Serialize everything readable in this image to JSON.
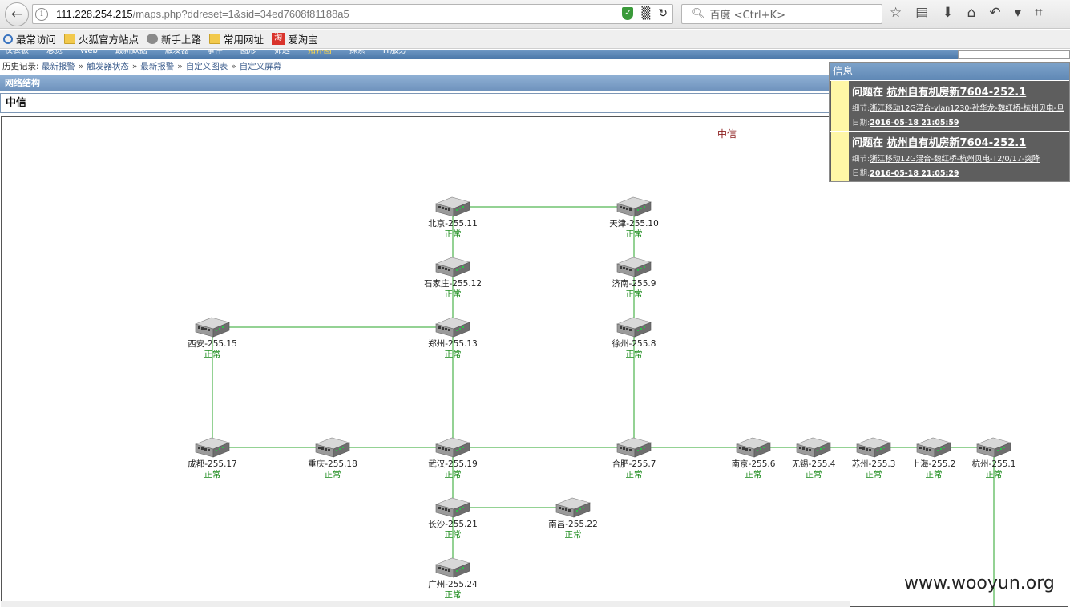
{
  "browser": {
    "url_host": "111.228.254.215",
    "url_path": "/maps.php?ddreset=1&sid=34ed7608f81188a5",
    "search_placeholder": "百度 <Ctrl+K>",
    "bookmarks": [
      "最常访问",
      "火狐官方站点",
      "新手上路",
      "常用网址",
      "爱淘宝"
    ],
    "tb_glyph": "淘"
  },
  "nav": {
    "tabs": [
      "仪表板",
      "总览",
      "Web",
      "最新数据",
      "触发器",
      "事件",
      "图形",
      "筛选",
      "拓扑图",
      "探索",
      "IT服务"
    ],
    "active_tab": "拓扑图"
  },
  "history": {
    "label": "历史记录:",
    "items": [
      "最新报警",
      "触发器状态",
      "最新报警",
      "自定义图表",
      "自定义屏幕"
    ],
    "sep": "»"
  },
  "section": {
    "title": "网络结构"
  },
  "map": {
    "title": "中信",
    "name": "中信",
    "nodes": [
      {
        "label": "北京-255.11",
        "status": "正常"
      },
      {
        "label": "天津-255.10",
        "status": "正常"
      },
      {
        "label": "石家庄-255.12",
        "status": "正常"
      },
      {
        "label": "济南-255.9",
        "status": "正常"
      },
      {
        "label": "西安-255.15",
        "status": "正常"
      },
      {
        "label": "郑州-255.13",
        "status": "正常"
      },
      {
        "label": "徐州-255.8",
        "status": "正常"
      },
      {
        "label": "成都-255.17",
        "status": "正常"
      },
      {
        "label": "重庆-255.18",
        "status": "正常"
      },
      {
        "label": "武汉-255.19",
        "status": "正常"
      },
      {
        "label": "合肥-255.7",
        "status": "正常"
      },
      {
        "label": "南京-255.6",
        "status": "正常"
      },
      {
        "label": "无锡-255.4",
        "status": "正常"
      },
      {
        "label": "苏州-255.3",
        "status": "正常"
      },
      {
        "label": "上海-255.2",
        "status": "正常"
      },
      {
        "label": "杭州-255.1",
        "status": "正常"
      },
      {
        "label": "长沙-255.21",
        "status": "正常"
      },
      {
        "label": "南昌-255.22",
        "status": "正常"
      },
      {
        "label": "广州-255.24",
        "status": "正常"
      }
    ],
    "link_color": "#2aa52a"
  },
  "info": {
    "header": "信息",
    "items": [
      {
        "title_prefix": "问题在",
        "host": "杭州自有机房新7604-252.1",
        "detail_label": "细节:",
        "detail": "浙江移动12G混合-vlan1230-孙华龙-魏红桥-杭州贝电-旦",
        "date_label": "日期:",
        "date": "2016-05-18 21:05:59"
      },
      {
        "title_prefix": "问题在",
        "host": "杭州自有机房新7604-252.1",
        "detail_label": "细节:",
        "detail": "浙江移动12G混合-魏红桥-杭州贝电-T2/0/17-突降",
        "date_label": "日期:",
        "date": "2016-05-18 21:05:29"
      }
    ]
  },
  "watermark": "www.wooyun.org"
}
